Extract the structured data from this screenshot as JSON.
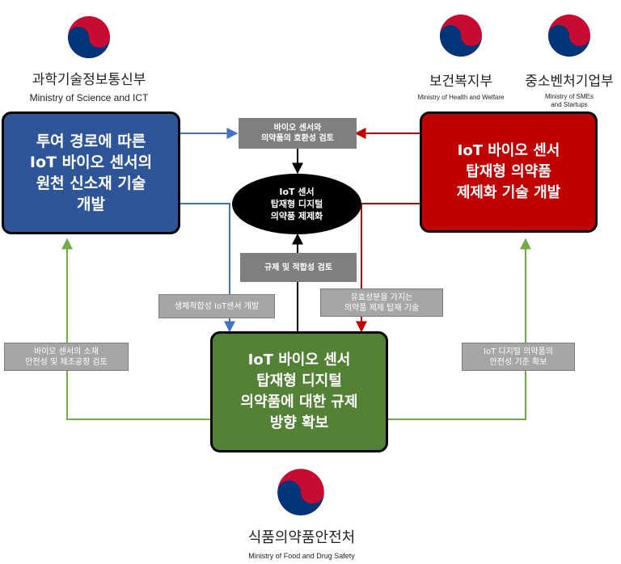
{
  "ministries": {
    "msit": {
      "name_kr": "과학기술정보통신부",
      "name_en": "Ministry of Science and ICT"
    },
    "mohw": {
      "name_kr": "보건복지부",
      "name_en": "Ministry of Health and Welfare"
    },
    "mss": {
      "name_kr": "중소벤처기업부",
      "name_en": "Ministry of SMEs\nand Startups"
    },
    "mfds": {
      "name_kr": "식품의약품안전처",
      "name_en": "Ministry of Food and Drug Safety"
    }
  },
  "boxes": {
    "blue": "투여 경로에 따른\nIoT 바이오 센서의\n원천 신소재 기술\n개발",
    "red": "IoT 바이오 센서\n탑재형 의약품\n제제화 기술 개발",
    "green": "IoT 바이오 센서\n탑재형 디지털\n의약품에 대한 규제\n방향 확보",
    "center": "IoT 센서\n탑재형 디지털\n의약품 제제화"
  },
  "labels": {
    "compat": "바이오 센서와\n의약품의 호환성 검토",
    "regulation": "규제 및 적합성 검토",
    "biocompat": "생체적합성 IoT센서 개발",
    "active": "유효성분을 가지는\n의약품 제제 탑재 기술",
    "safety_left": "바이오 센서의 소재\n안전성 및 제조공정 검토",
    "safety_right": "IoT 디지털 의약품의\n안전성 기준 확보"
  },
  "colors": {
    "blue": "#2e5597",
    "red": "#c00000",
    "green": "#538135",
    "emblem_red": "#c60c30",
    "emblem_blue": "#003478"
  }
}
